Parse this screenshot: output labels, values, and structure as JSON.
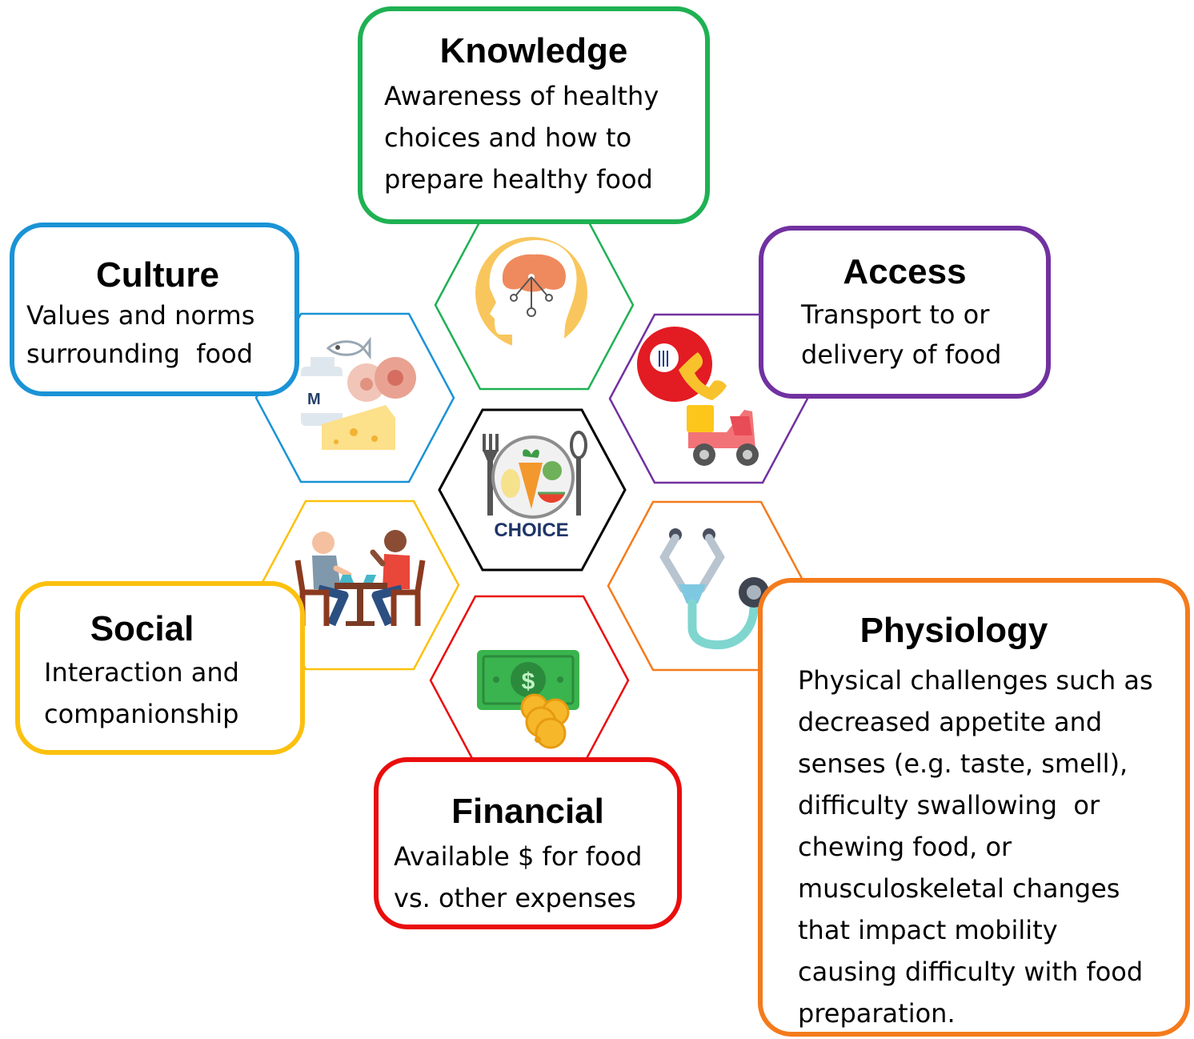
{
  "center": {
    "label": "CHOICE"
  },
  "factors": {
    "knowledge": {
      "title": "Knowledge",
      "lines": [
        "Awareness of healthy",
        "choices and how to",
        "prepare healthy food"
      ],
      "color": "#1fb153",
      "icon": "brain-head-icon"
    },
    "culture": {
      "title": "Culture",
      "lines": [
        "Values and norms",
        "surrounding  food"
      ],
      "color": "#1a93d6",
      "icon": "milk-fish-cheese-icon"
    },
    "access": {
      "title": "Access",
      "lines": [
        "Transport to or",
        "delivery of food"
      ],
      "color": "#7131a0",
      "icon": "phone-order-scooter-icon"
    },
    "social": {
      "title": "Social",
      "lines": [
        "Interaction and",
        "companionship"
      ],
      "color": "#fcc10e",
      "icon": "people-at-table-icon"
    },
    "financial": {
      "title": "Financial",
      "lines": [
        "Available $ for food",
        "vs. other expenses"
      ],
      "color": "#ea0d0d",
      "icon": "money-coins-icon"
    },
    "physiology": {
      "title": "Physiology",
      "lines": [
        "Physical challenges such as",
        "decreased appetite and",
        "senses (e.g. taste, smell),",
        "difficulty swallowing  or",
        "chewing food, or",
        "musculoskeletal changes",
        "that impact mobility",
        "causing difficulty with food",
        "preparation."
      ],
      "color": "#f47b1c",
      "icon": "stethoscope-icon"
    }
  }
}
